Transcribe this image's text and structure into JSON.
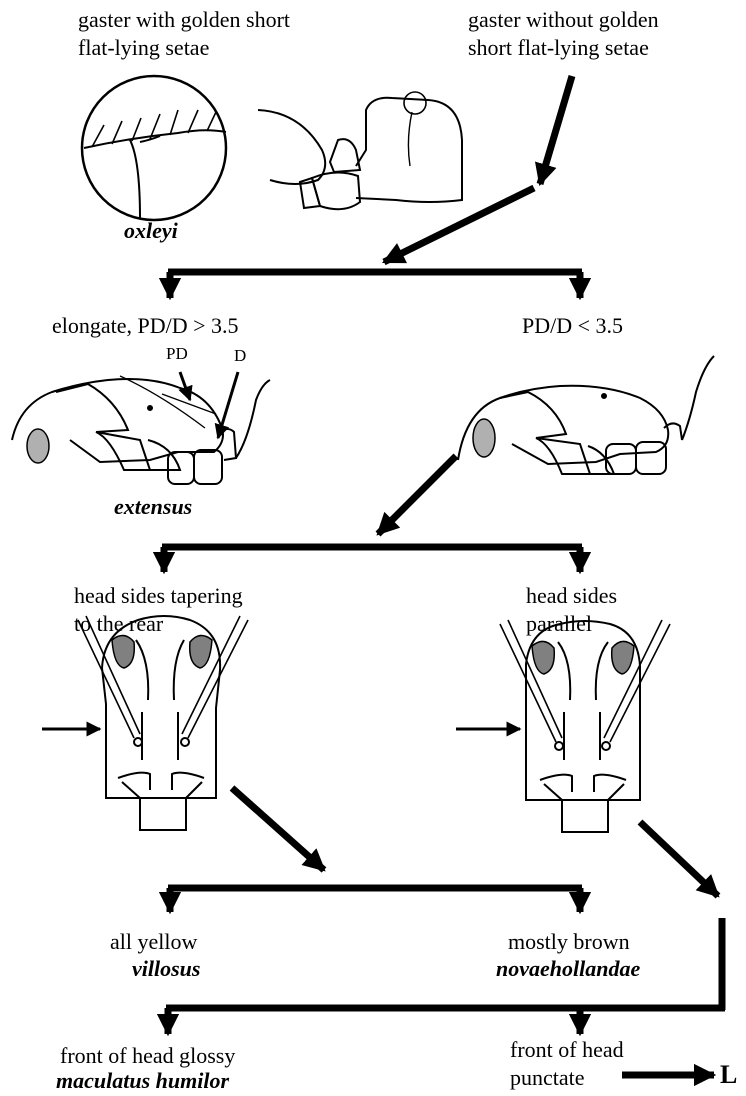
{
  "couplet1": {
    "left_text": "gaster with golden short\nflat-lying setae",
    "right_text": "gaster without golden\nshort flat-lying setae",
    "left_species": "oxleyi"
  },
  "couplet2": {
    "left_text": "elongate, PD/D > 3.5",
    "right_text": "PD/D < 3.5",
    "label_pd": "PD",
    "label_d": "D",
    "left_species": "extensus"
  },
  "couplet3": {
    "left_text": "head sides tapering\nto the rear",
    "right_text": "head sides\nparallel"
  },
  "couplet4": {
    "left_text": "all yellow",
    "left_species": "villosus",
    "right_text": "mostly brown",
    "right_species": "novaehollandae"
  },
  "couplet5": {
    "left_text": "front of head glossy",
    "left_species": "maculatus humilor",
    "right_text": "front of head\npunctate",
    "goto_label": "L"
  },
  "colors": {
    "ink": "#000000",
    "eye_fill": "#b0b0b0",
    "background": "#ffffff"
  }
}
